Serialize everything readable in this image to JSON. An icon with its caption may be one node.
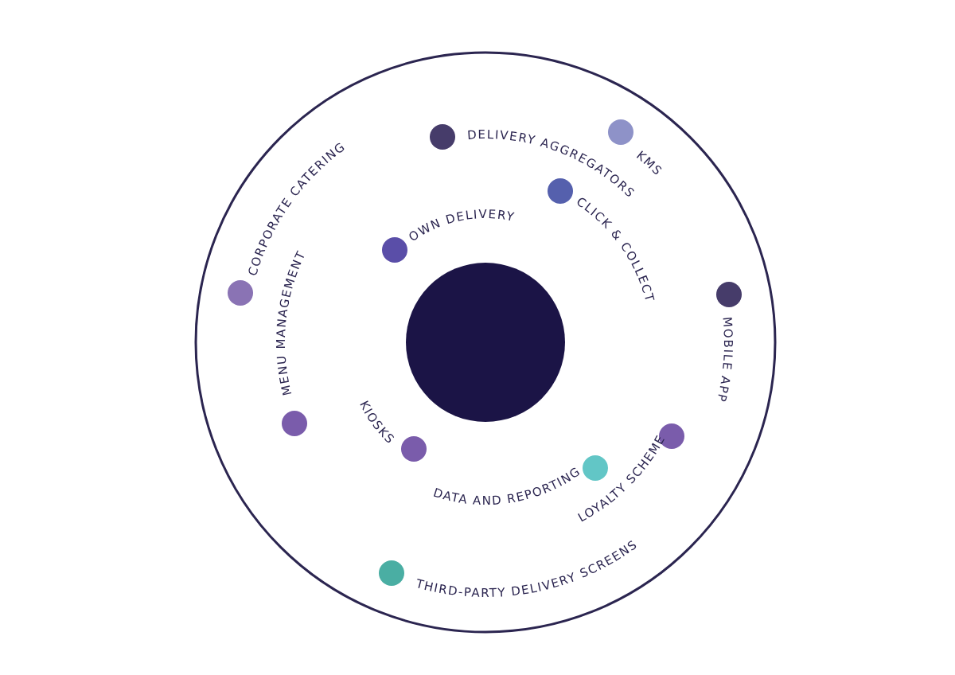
{
  "diagram": {
    "nodes": [
      {
        "text": [],
        "shape": "circle"
      },
      {
        "text": [],
        "shape": "circle"
      },
      {
        "text": [],
        "shape": "circle",
        "beside": [
          "KMS"
        ]
      },
      {
        "text": [],
        "shape": "circle",
        "beside": [
          "CLICK & COLLECT"
        ]
      },
      {
        "text": [],
        "shape": "circle",
        "beside": [
          "OWN DELIVERY"
        ]
      },
      {
        "text": [],
        "shape": "circle",
        "beside": [
          "CORPORATE CATERING"
        ]
      },
      {
        "text": [],
        "shape": "circle",
        "beside": [
          "MENU MANAGEMENT"
        ]
      },
      {
        "text": [],
        "shape": "circle",
        "beside": [
          "MOBILE APP"
        ]
      },
      {
        "text": [],
        "shape": "circle",
        "beside": [
          "KIOSKS"
        ]
      },
      {
        "text": [],
        "shape": "circle",
        "beside": [
          "DATA AND REPORTING"
        ]
      },
      {
        "text": [],
        "shape": "circle",
        "beside": [
          "LOYALTY SCHEME"
        ]
      },
      {
        "text": [],
        "shape": "circle",
        "beside": [
          "THIRD-PARTY DELIVERY SCREENS"
        ]
      }
    ],
    "edges": [],
    "labels": [
      "DELIVERY AGGREGATORS"
    ]
  }
}
